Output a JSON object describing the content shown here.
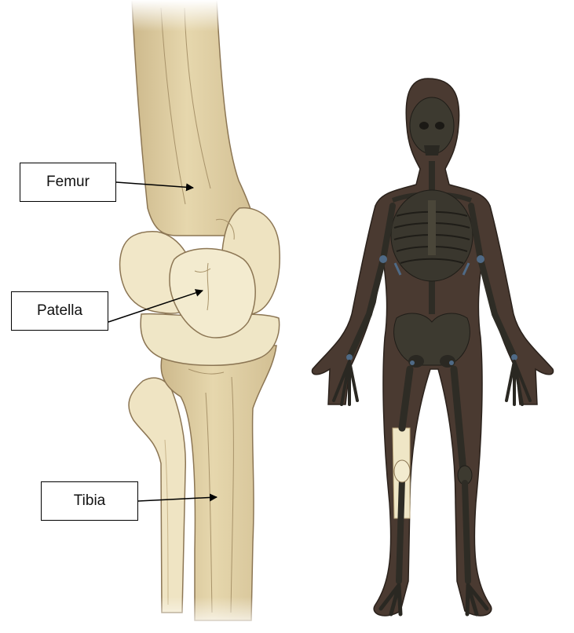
{
  "labels": {
    "femur": "Femur",
    "patella": "Patella",
    "tibia": "Tibia"
  },
  "colors": {
    "bone_light": "#f3ebcf",
    "bone_mid": "#e0d1a6",
    "bone_shadow": "#cdb98c",
    "bone_outline": "#8c7654",
    "body_silhouette": "#4a3a31",
    "skeleton_dark": "#2e2c25",
    "skeleton_mid": "#3d3a30",
    "highlight_blue": "#4f6a86",
    "leg_highlight": "#efe6c6"
  },
  "icons": [
    "arrow-icon"
  ]
}
